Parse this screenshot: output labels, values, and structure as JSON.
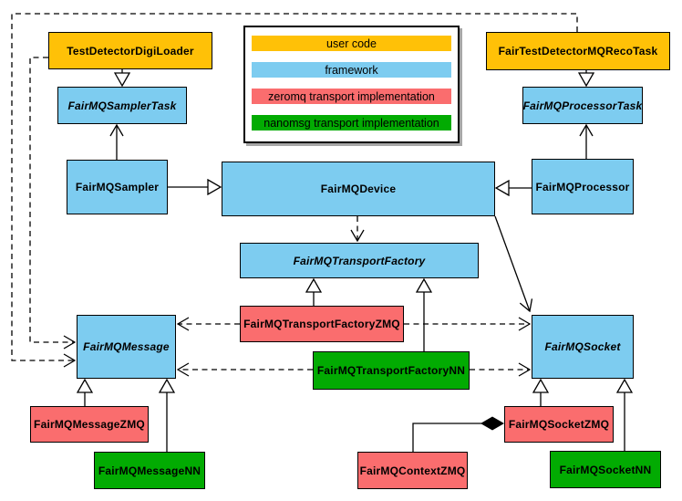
{
  "colors": {
    "user_code": "#FFC107",
    "framework": "#7DCCF0",
    "zeromq": "#FA6D6E",
    "nanomsg": "#02AB02",
    "line": "#000000",
    "background": "#FFFFFF"
  },
  "legend": {
    "items": [
      {
        "label": "user code",
        "color": "#FFC107"
      },
      {
        "label": "framework",
        "color": "#7DCCF0"
      },
      {
        "label": "zeromq transport implementation",
        "color": "#FA6D6E"
      },
      {
        "label": "nanomsg transport implementation",
        "color": "#02AB02"
      }
    ]
  },
  "nodes": {
    "digiLoader": {
      "label": "TestDetectorDigiLoader",
      "category": "user code",
      "color": "#FFC107",
      "abstract": false
    },
    "recoTask": {
      "label": "FairTestDetectorMQRecoTask",
      "category": "user code",
      "color": "#FFC107",
      "abstract": false
    },
    "samplerTask": {
      "label": "FairMQSamplerTask",
      "category": "framework",
      "color": "#7DCCF0",
      "abstract": true
    },
    "processorTask": {
      "label": "FairMQProcessorTask",
      "category": "framework",
      "color": "#7DCCF0",
      "abstract": true
    },
    "sampler": {
      "label": "FairMQSampler",
      "category": "framework",
      "color": "#7DCCF0",
      "abstract": false
    },
    "device": {
      "label": "FairMQDevice",
      "category": "framework",
      "color": "#7DCCF0",
      "abstract": false
    },
    "processor": {
      "label": "FairMQProcessor",
      "category": "framework",
      "color": "#7DCCF0",
      "abstract": false
    },
    "transportFactory": {
      "label": "FairMQTransportFactory",
      "category": "framework",
      "color": "#7DCCF0",
      "abstract": true
    },
    "transportFactoryZMQ": {
      "label": "FairMQTransportFactoryZMQ",
      "category": "zeromq transport implementation",
      "color": "#FA6D6E",
      "abstract": false
    },
    "transportFactoryNN": {
      "label": "FairMQTransportFactoryNN",
      "category": "nanomsg transport implementation",
      "color": "#02AB02",
      "abstract": false
    },
    "message": {
      "label": "FairMQMessage",
      "category": "framework",
      "color": "#7DCCF0",
      "abstract": true
    },
    "socket": {
      "label": "FairMQSocket",
      "category": "framework",
      "color": "#7DCCF0",
      "abstract": true
    },
    "messageZMQ": {
      "label": "FairMQMessageZMQ",
      "category": "zeromq transport implementation",
      "color": "#FA6D6E",
      "abstract": false
    },
    "messageNN": {
      "label": "FairMQMessageNN",
      "category": "nanomsg transport implementation",
      "color": "#02AB02",
      "abstract": false
    },
    "contextZMQ": {
      "label": "FairMQContextZMQ",
      "category": "zeromq transport implementation",
      "color": "#FA6D6E",
      "abstract": false
    },
    "socketZMQ": {
      "label": "FairMQSocketZMQ",
      "category": "zeromq transport implementation",
      "color": "#FA6D6E",
      "abstract": false
    },
    "socketNN": {
      "label": "FairMQSocketNN",
      "category": "nanomsg transport implementation",
      "color": "#02AB02",
      "abstract": false
    }
  },
  "edges": [
    {
      "from": "TestDetectorDigiLoader",
      "to": "FairMQSamplerTask",
      "type": "inheritance",
      "line": "solid"
    },
    {
      "from": "FairTestDetectorMQRecoTask",
      "to": "FairMQProcessorTask",
      "type": "inheritance",
      "line": "solid"
    },
    {
      "from": "FairMQSampler",
      "to": "FairMQSamplerTask",
      "type": "arrow",
      "line": "solid"
    },
    {
      "from": "FairMQProcessor",
      "to": "FairMQProcessorTask",
      "type": "arrow",
      "line": "solid"
    },
    {
      "from": "FairMQSampler",
      "to": "FairMQDevice",
      "type": "inheritance",
      "line": "solid"
    },
    {
      "from": "FairMQProcessor",
      "to": "FairMQDevice",
      "type": "inheritance",
      "line": "solid"
    },
    {
      "from": "FairMQDevice",
      "to": "FairMQTransportFactory",
      "type": "arrow",
      "line": "dashed"
    },
    {
      "from": "FairMQDevice",
      "to": "FairMQSocket",
      "type": "arrow",
      "line": "solid"
    },
    {
      "from": "TestDetectorDigiLoader",
      "to": "FairMQMessage",
      "type": "arrow",
      "line": "dashed"
    },
    {
      "from": "FairTestDetectorMQRecoTask",
      "to": "FairMQMessage",
      "type": "arrow",
      "line": "dashed"
    },
    {
      "from": "FairMQTransportFactoryZMQ",
      "to": "FairMQTransportFactory",
      "type": "inheritance",
      "line": "solid"
    },
    {
      "from": "FairMQTransportFactoryNN",
      "to": "FairMQTransportFactory",
      "type": "inheritance",
      "line": "solid"
    },
    {
      "from": "FairMQTransportFactoryZMQ",
      "to": "FairMQMessage",
      "type": "arrow",
      "line": "dashed"
    },
    {
      "from": "FairMQTransportFactoryZMQ",
      "to": "FairMQSocket",
      "type": "arrow",
      "line": "dashed"
    },
    {
      "from": "FairMQTransportFactoryNN",
      "to": "FairMQMessage",
      "type": "arrow",
      "line": "dashed"
    },
    {
      "from": "FairMQTransportFactoryNN",
      "to": "FairMQSocket",
      "type": "arrow",
      "line": "dashed"
    },
    {
      "from": "FairMQMessageZMQ",
      "to": "FairMQMessage",
      "type": "inheritance",
      "line": "solid"
    },
    {
      "from": "FairMQMessageNN",
      "to": "FairMQMessage",
      "type": "inheritance",
      "line": "solid"
    },
    {
      "from": "FairMQSocketZMQ",
      "to": "FairMQSocket",
      "type": "inheritance",
      "line": "solid"
    },
    {
      "from": "FairMQSocketNN",
      "to": "FairMQSocket",
      "type": "inheritance",
      "line": "solid"
    },
    {
      "from": "FairMQContextZMQ",
      "to": "FairMQSocketZMQ",
      "type": "composition",
      "line": "solid"
    }
  ]
}
